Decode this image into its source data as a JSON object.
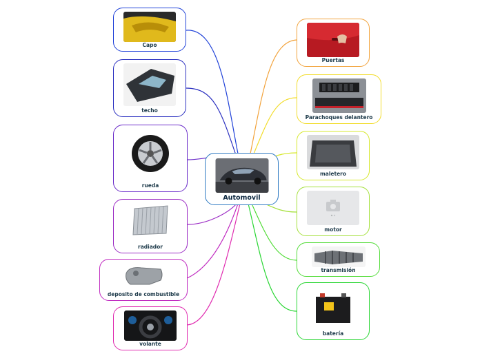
{
  "center": {
    "label": "Automovil",
    "color": "#2b78c2",
    "picture": "car-photo"
  },
  "left": [
    {
      "key": "capo",
      "label": "Capo",
      "color": "#1e40d8",
      "picture": "car-hood-photo"
    },
    {
      "key": "techo",
      "label": "techo",
      "color": "#2a2fc0",
      "picture": "sunroof-photo"
    },
    {
      "key": "rueda",
      "label": "rueda",
      "color": "#6a2bc9",
      "picture": "wheel-photo"
    },
    {
      "key": "radiador",
      "label": "radiador",
      "color": "#9b2bc4",
      "picture": "radiator-photo"
    },
    {
      "key": "deposito",
      "label": "deposito de combustible",
      "color": "#c02bc0",
      "picture": "fuel-tank-photo"
    },
    {
      "key": "volante",
      "label": "volante",
      "color": "#e02bb0",
      "picture": "steering-wheel-photo"
    }
  ],
  "right": [
    {
      "key": "puertas",
      "label": "Puertas",
      "color": "#f2a23a",
      "picture": "car-door-photo"
    },
    {
      "key": "parachoques",
      "label": "Parachoques delantero",
      "color": "#f2dc2a",
      "picture": "front-bumper-photo"
    },
    {
      "key": "maletero",
      "label": "maletero",
      "color": "#d6e82a",
      "picture": "trunk-photo"
    },
    {
      "key": "motor",
      "label": "motor",
      "color": "#a4e03a",
      "picture": "image-placeholder-icon"
    },
    {
      "key": "transmision",
      "label": "transmisión",
      "color": "#52dc38",
      "picture": "transmission-photo"
    },
    {
      "key": "bateria",
      "label": "batería",
      "color": "#2ad634",
      "picture": "battery-photo"
    }
  ]
}
